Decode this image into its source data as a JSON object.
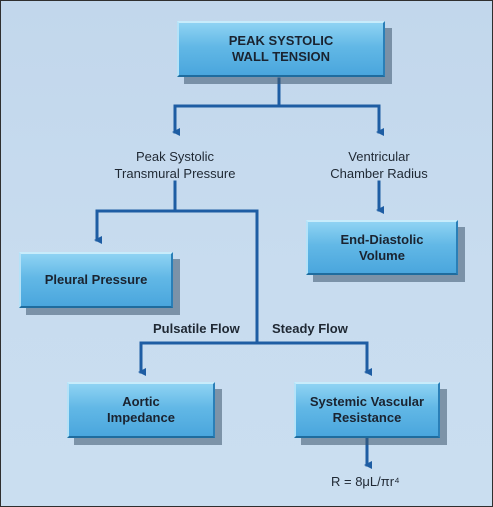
{
  "diagram": {
    "top_box": "PEAK SYSTOLIC\nWALL TENSION",
    "left_label": "Peak Systolic\nTransmural Pressure",
    "right_label": "Ventricular\nChamber Radius",
    "pleural_box": "Pleural Pressure",
    "edv_box": "End-Diastolic\nVolume",
    "pulsatile_label": "Pulsatile Flow",
    "steady_label": "Steady Flow",
    "aortic_box": "Aortic\nImpedance",
    "svr_box": "Systemic Vascular\nResistance",
    "formula": "R = 8μL/πr⁴"
  },
  "colors": {
    "background": "#c6daee",
    "box_fill": "#62b8e6",
    "connector": "#1e5da3",
    "text": "#1f2833"
  }
}
